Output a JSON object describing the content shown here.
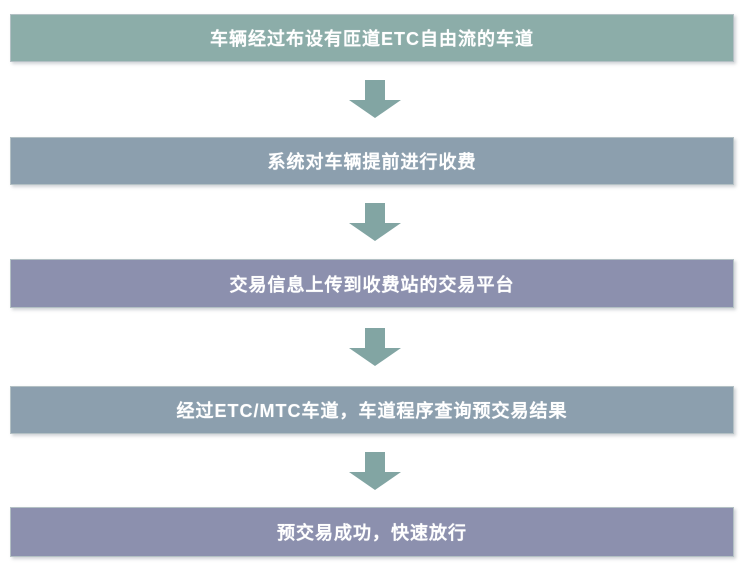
{
  "flowchart": {
    "background_color": "#ffffff",
    "text_color": "#ffffff",
    "steps": [
      {
        "label": "车辆经过布设有匝道ETC自由流的车道",
        "color": "#8cada9"
      },
      {
        "label": "系统对车辆提前进行收费",
        "color": "#8c9fae"
      },
      {
        "label": "交易信息上传到收费站的交易平台",
        "color": "#8c90ae"
      },
      {
        "label": "经过ETC/MTC车道，车道程序查询预交易结果",
        "color": "#8c9fae"
      },
      {
        "label": "预交易成功，快速放行",
        "color": "#8c90ae"
      }
    ],
    "arrow": {
      "direction": "down",
      "color": "#82a5a3",
      "count": 4
    }
  }
}
